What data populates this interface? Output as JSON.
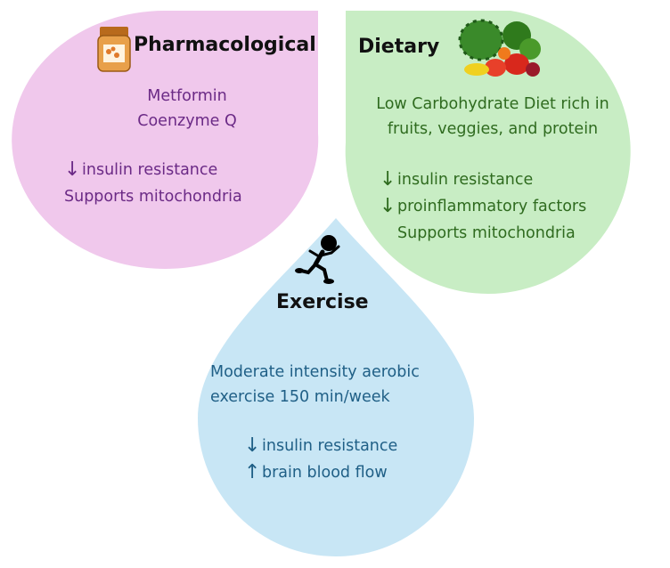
{
  "colors": {
    "pharmacological_fill": "#f0c8ec",
    "dietary_fill": "#c8edc4",
    "exercise_fill": "#c8e6f5",
    "pharmacological_text": "#6b2a86",
    "dietary_text": "#2f6b1f",
    "exercise_text": "#1f5f86"
  },
  "pharmacological": {
    "title": "Pharmacological",
    "icon": "pill-bottle-icon",
    "drugs": [
      "Metformin",
      "Coenzyme Q"
    ],
    "effects": [
      {
        "arrow": "down",
        "text": "insulin resistance"
      },
      {
        "arrow": "none",
        "text": "Supports mitochondria"
      }
    ]
  },
  "dietary": {
    "title": "Dietary",
    "icon": "fruits-vegetables-icon",
    "description": [
      "Low Carbohydrate Diet rich in",
      "fruits, veggies, and protein"
    ],
    "effects": [
      {
        "arrow": "down",
        "text": "insulin resistance"
      },
      {
        "arrow": "down",
        "text": "proinflammatory factors"
      },
      {
        "arrow": "none",
        "text": "Supports mitochondria"
      }
    ]
  },
  "exercise": {
    "title": "Exercise",
    "icon": "running-figure-icon",
    "description": [
      "Moderate intensity aerobic",
      "exercise 150 min/week"
    ],
    "effects": [
      {
        "arrow": "down",
        "text": "insulin resistance"
      },
      {
        "arrow": "up",
        "text": "brain blood flow"
      }
    ]
  }
}
